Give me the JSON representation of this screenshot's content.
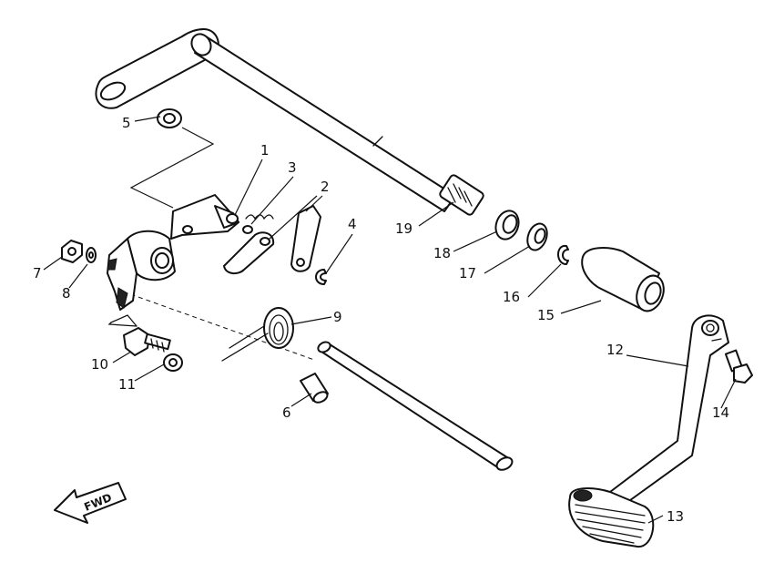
{
  "callouts": {
    "c1": "1",
    "c2": "2",
    "c3": "3",
    "c4": "4",
    "c5": "5",
    "c6": "6",
    "c7": "7",
    "c8": "8",
    "c9": "9",
    "c10": "10",
    "c11": "11",
    "c12": "12",
    "c13": "13",
    "c14": "14",
    "c15": "15",
    "c16": "16",
    "c17": "17",
    "c18": "18",
    "c19": "19"
  },
  "fwd_label": "FWD"
}
